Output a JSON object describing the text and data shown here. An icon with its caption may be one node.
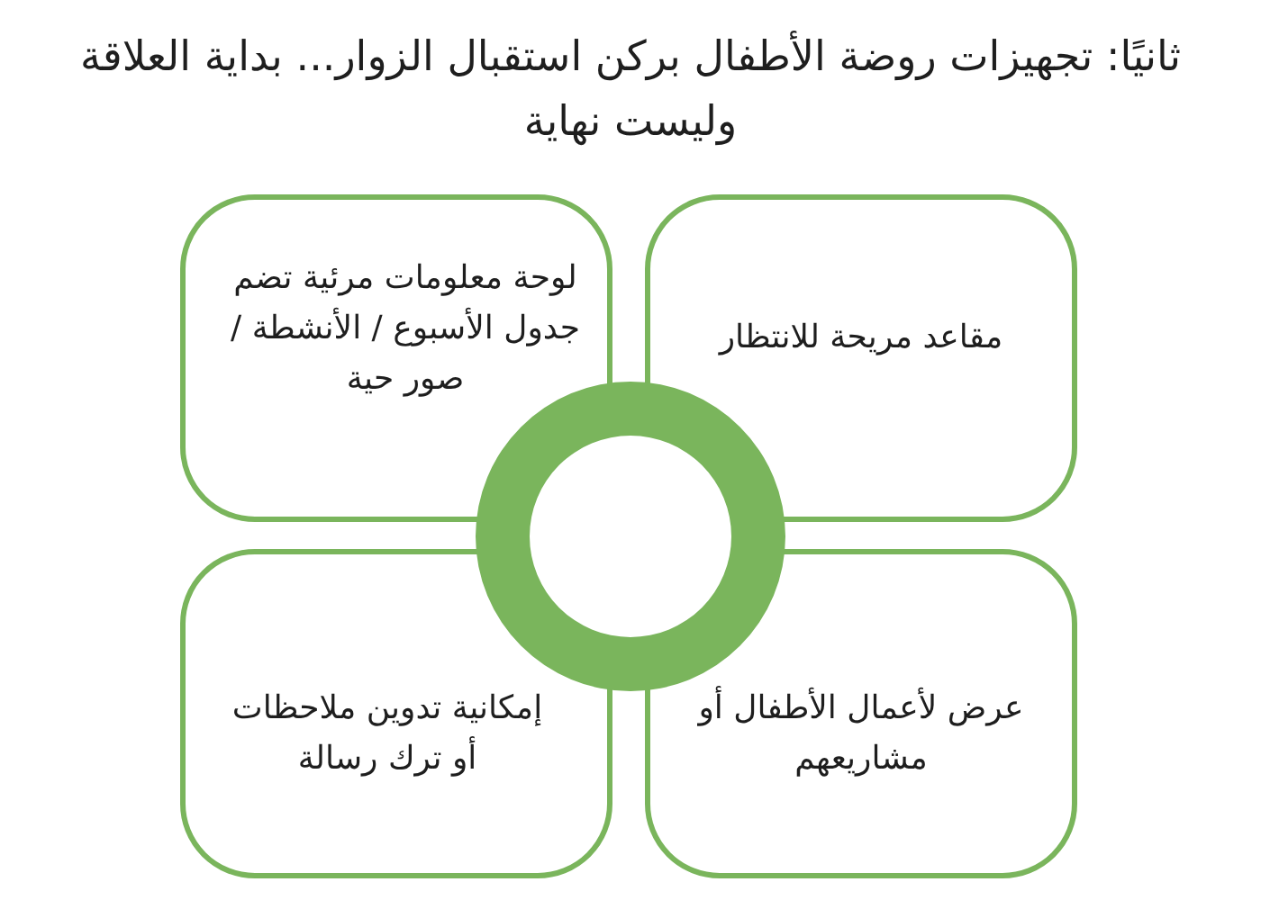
{
  "diagram": {
    "title": "ثانيًا: تجهيزات روضة الأطفال بركن استقبال الزوار... بداية العلاقة وليست نهاية",
    "nodes": [
      {
        "text": [
          "مقاعد مريحة للانتظار"
        ]
      },
      {
        "text": [
          "لوحة معلومات مرئية تضم جدول الأسبوع / الأنشطة / صور حية"
        ]
      },
      {
        "text": [
          "عرض لأعمال الأطفال أو مشاريعهم"
        ]
      },
      {
        "text": [
          "إمكانية تدوين ملاحظات أو ترك رسالة"
        ]
      }
    ]
  }
}
